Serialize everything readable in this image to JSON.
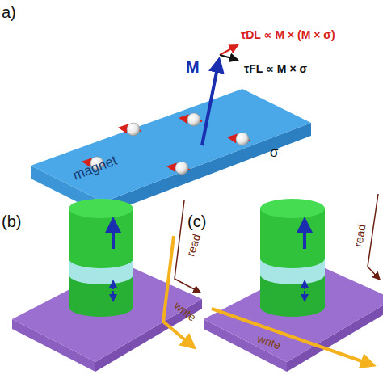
{
  "diagram": {
    "nodes": [
      {
        "text": [
          "magnet"
        ]
      }
    ],
    "labels": [
      "a)",
      "M",
      "τDL ∝ M × (M × σ)",
      "τFL ∝ M × σ",
      "σ",
      "(b)",
      "write",
      "read",
      "(c)",
      "write",
      "read"
    ]
  }
}
